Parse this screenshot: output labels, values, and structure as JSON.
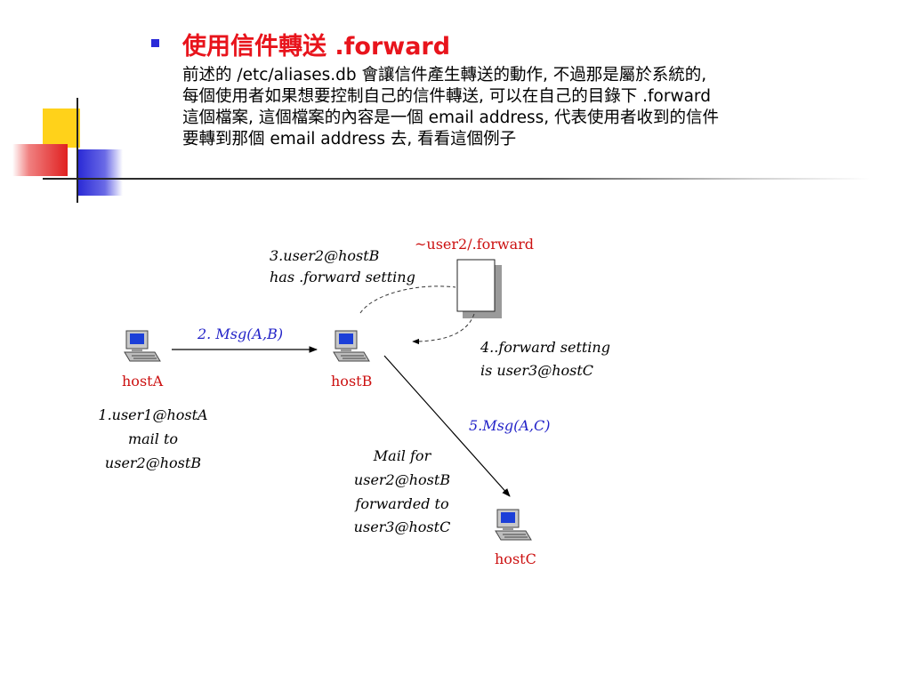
{
  "title": "使用信件轉送 .forward",
  "body_lines": [
    "前述的 /etc/aliases.db 會讓信件產生轉送的動作, 不過那是屬於系統的,",
    "每個使用者如果想要控制自己的信件轉送, 可以在自己的目錄下 .forward",
    "這個檔案, 這個檔案的內容是一個 email address, 代表使用者收到的信件",
    "要轉到那個 email address 去, 看看這個例子"
  ],
  "diagram": {
    "hosts": {
      "a": "hostA",
      "b": "hostB",
      "c": "hostC"
    },
    "step1": [
      "1.user1@hostA",
      "mail to",
      "user2@hostB"
    ],
    "step2": "2. Msg(A,B)",
    "step3": [
      "3.user2@hostB",
      "has .forward setting"
    ],
    "file_label": "~user2/.forward",
    "step4": [
      "4..forward setting",
      "is user3@hostC"
    ],
    "step5": "5.Msg(A,C)",
    "note": [
      "Mail for",
      "user2@hostB",
      "forwarded to",
      "user3@hostC"
    ]
  },
  "colors": {
    "title": "#e8141c",
    "bullet": "#2a2ad8",
    "host_label": "#cc1111",
    "msg_label": "#2323c8"
  }
}
